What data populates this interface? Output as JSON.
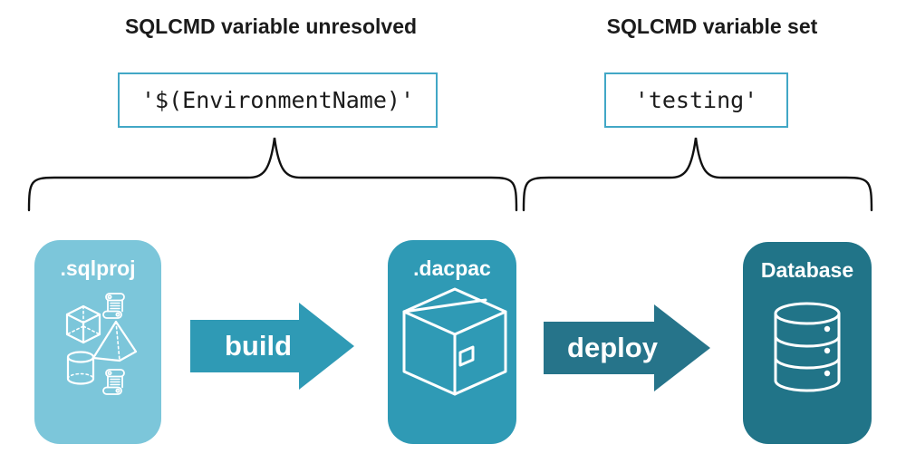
{
  "diagram": {
    "left_annotation": {
      "heading": "SQLCMD variable unresolved",
      "code": "'$(EnvironmentName)'"
    },
    "right_annotation": {
      "heading": "SQLCMD variable set",
      "code": "'testing'"
    },
    "stages": {
      "sqlproj": {
        "label": ".sqlproj"
      },
      "dacpac": {
        "label": ".dacpac"
      },
      "database": {
        "label": "Database"
      }
    },
    "arrows": {
      "build": {
        "label": "build"
      },
      "deploy": {
        "label": "deploy"
      }
    }
  },
  "colors": {
    "sqlproj_card": "#7cc6da",
    "dacpac_card": "#2f9ab5",
    "database_card": "#217488",
    "build_arrow": "#2f9ab5",
    "deploy_arrow": "#26748a",
    "code_border": "#42a7c6",
    "brace_stroke": "#111111",
    "heading_text": "#1b1b1b",
    "icon_stroke": "#ffffff"
  }
}
